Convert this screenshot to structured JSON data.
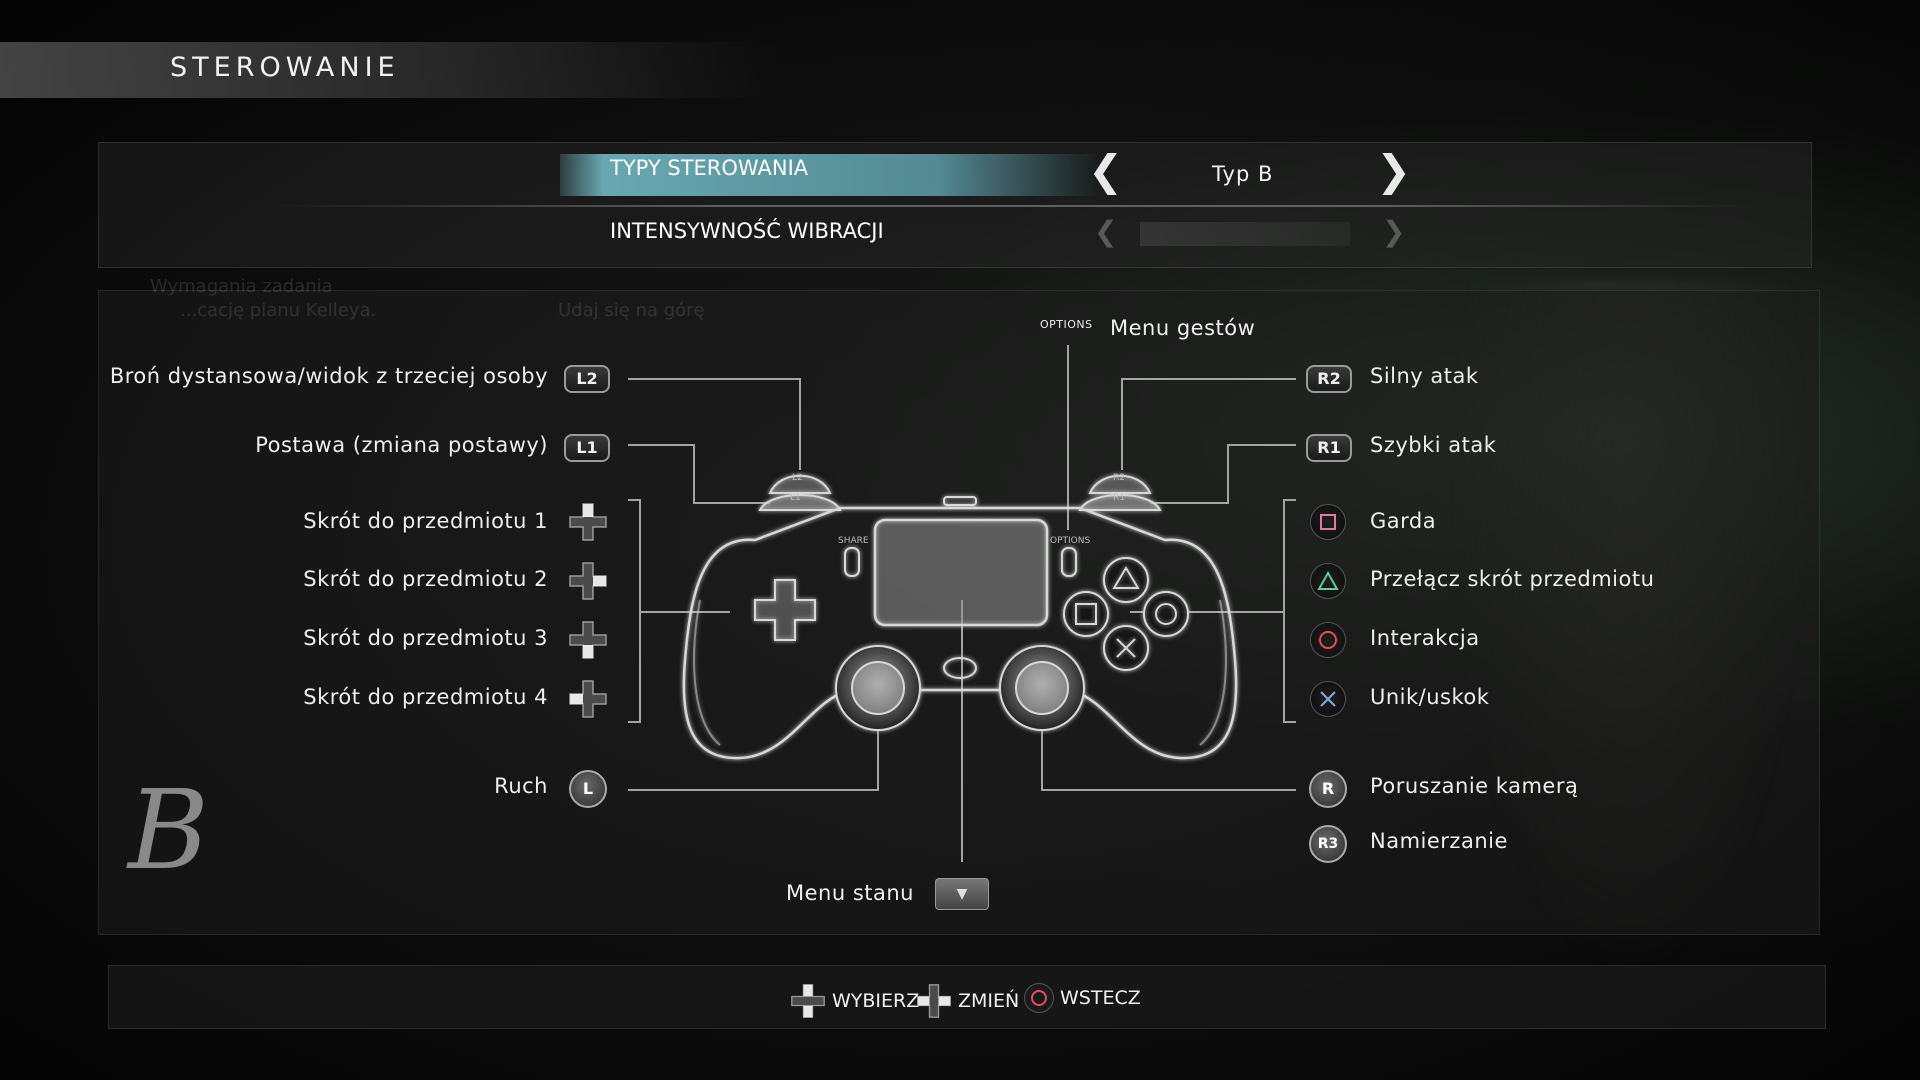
{
  "header": {
    "title": "STEROWANIE"
  },
  "settings": {
    "control_type": {
      "label": "TYPY STEROWANIA",
      "value": "Typ B"
    },
    "vibration": {
      "label": "INTENSYWNOŚĆ WIBRACJI"
    }
  },
  "ghost": {
    "line1": "Wymagania zadania",
    "line2": "...cację planu Kelleya.",
    "line3": "Udaj się na górę"
  },
  "controls": {
    "left": [
      {
        "label": "Broń dystansowa/widok z trzeciej osoby",
        "button": "L2"
      },
      {
        "label": "Postawa (zmiana postawy)",
        "button": "L1"
      },
      {
        "label": "Skrót do przedmiotu 1",
        "button": "dpad-up"
      },
      {
        "label": "Skrót do przedmiotu 2",
        "button": "dpad-right"
      },
      {
        "label": "Skrót do przedmiotu 3",
        "button": "dpad-down"
      },
      {
        "label": "Skrót do przedmiotu 4",
        "button": "dpad-left"
      },
      {
        "label": "Ruch",
        "button": "L"
      }
    ],
    "right": [
      {
        "label": "Silny atak",
        "button": "R2"
      },
      {
        "label": "Szybki atak",
        "button": "R1"
      },
      {
        "label": "Garda",
        "button": "square"
      },
      {
        "label": "Przełącz skrót przedmiotu",
        "button": "triangle"
      },
      {
        "label": "Interakcja",
        "button": "circle"
      },
      {
        "label": "Unik/uskok",
        "button": "cross"
      },
      {
        "label": "Poruszanie kamerą",
        "button": "R"
      },
      {
        "label": "Namierzanie",
        "button": "R3"
      }
    ],
    "options": {
      "label": "Menu gestów",
      "button": "OPTIONS"
    },
    "touchpad": {
      "label": "Menu stanu"
    }
  },
  "controller": {
    "share_label": "SHARE",
    "options_label": "OPTIONS",
    "l2": "L2",
    "l1": "L1",
    "r2": "R2",
    "r1": "R1"
  },
  "footer": {
    "select": "WYBIERZ",
    "change": "ZMIEŃ",
    "back": "WSTECZ"
  },
  "colors": {
    "highlight": "#6eb0b8",
    "square": "#e07aa0",
    "triangle": "#5fc9a0",
    "circle": "#e0505a",
    "cross": "#7fa8e0"
  },
  "logo": "B"
}
